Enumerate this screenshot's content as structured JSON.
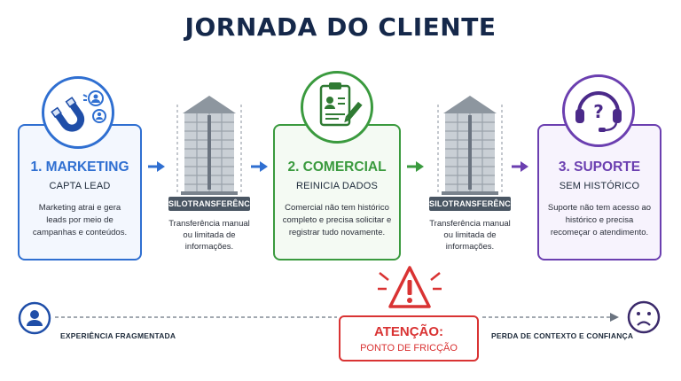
{
  "title": "JORNADA DO CLIENTE",
  "stages": [
    {
      "title": "1. MARKETING",
      "subtitle": "CAPTA LEAD",
      "description": "Marketing atrai e gera leads por meio de campanhas e conteúdos.",
      "color": "#2f6fd1",
      "icon": "magnet-icon"
    },
    {
      "title": "2. COMERCIAL",
      "subtitle": "REINICIA DADOS",
      "description": "Comercial não tem histórico completo e precisa solicitar e registrar tudo novamente.",
      "color": "#3a9a3e",
      "icon": "clipboard-icon"
    },
    {
      "title": "3. SUPORTE",
      "subtitle": "SEM HISTÓRICO",
      "description": "Suporte não tem acesso ao histórico e precisa recomeçar o atendimento.",
      "color": "#6b3fb0",
      "icon": "headset-icon"
    }
  ],
  "silos": [
    {
      "tag": "SILOTRANSFERÊNCIA",
      "description": "Transferência manual ou limitada de informações."
    },
    {
      "tag": "SILOTRANSFERÊNCIA",
      "description": "Transferência manual ou limitada de informações."
    }
  ],
  "bottom": {
    "left_label": "EXPERIÊNCIA FRAGMENTADA",
    "right_label": "PERDA DE CONTEXTO E CONFIANÇA",
    "alert_title": "ATENÇÃO:",
    "alert_subtitle": "PONTO DE FRICÇÃO"
  }
}
